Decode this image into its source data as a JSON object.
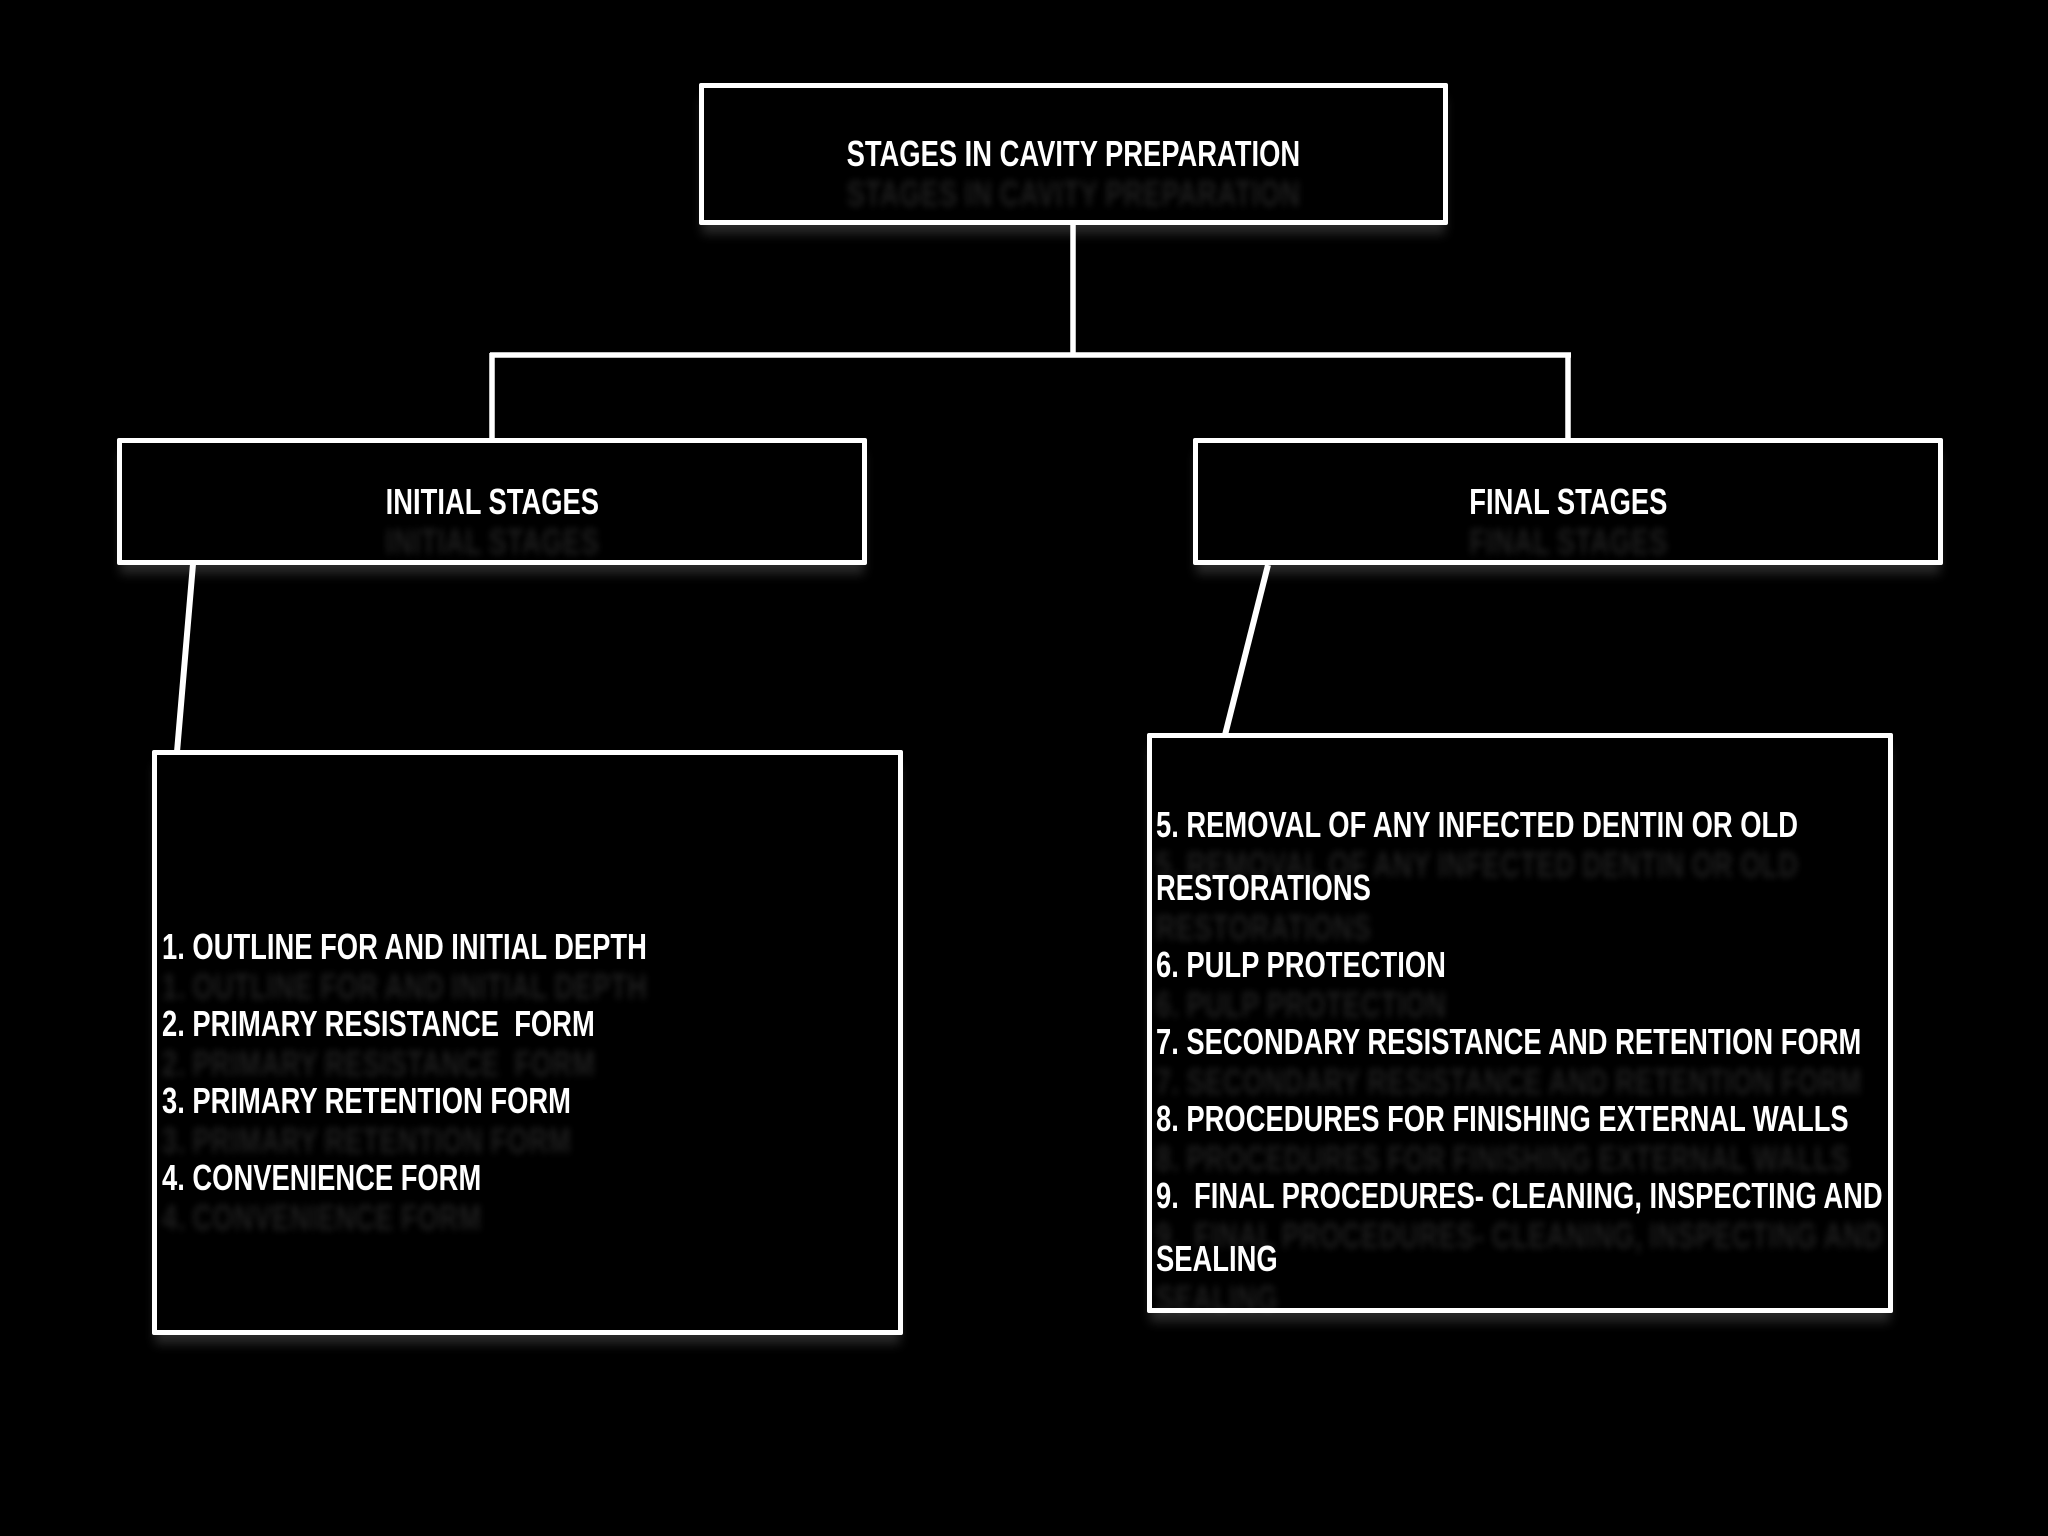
{
  "meta": {
    "background_color": "#000000",
    "line_color": "#ffffff",
    "text_color": "#ffffff"
  },
  "diagram": {
    "root": {
      "label": "STAGES IN CAVITY PREPARATION"
    },
    "branches": [
      {
        "label": "INITIAL STAGES",
        "lines": [
          "1. OUTLINE FOR AND INITIAL DEPTH",
          "2. PRIMARY RESISTANCE  FORM",
          "3. PRIMARY RETENTION FORM",
          "4. CONVENIENCE FORM"
        ]
      },
      {
        "label": "FINAL STAGES",
        "lines": [
          "5. REMOVAL OF ANY INFECTED DENTIN OR OLD",
          "RESTORATIONS",
          "6. PULP PROTECTION",
          "7. SECONDARY RESISTANCE AND RETENTION FORM",
          "8. PROCEDURES FOR FINISHING EXTERNAL WALLS",
          "9.  FINAL PROCEDURES- CLEANING, INSPECTING AND",
          "SEALING"
        ]
      }
    ]
  }
}
